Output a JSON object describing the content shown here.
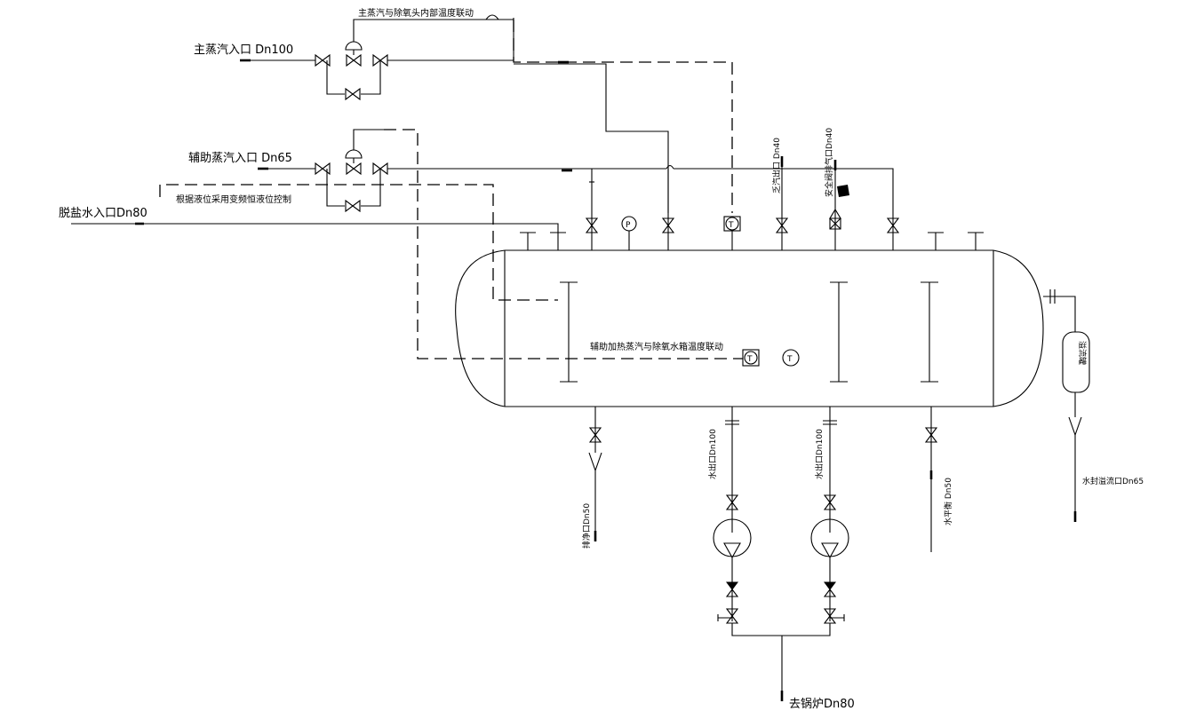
{
  "labels": {
    "main_steam_inlet": "主蒸汽入口 Dn100",
    "aux_steam_inlet": "辅助蒸汽入口 Dn65",
    "desalted_water_inlet": "脱盐水入口Dn80",
    "main_steam_link_note": "主蒸汽与除氧头内部温度联动",
    "level_control_note": "根据液位采用变频恒液位控制",
    "aux_heating_link_note": "辅助加热蒸汽与除氧水箱温度联动",
    "exhaust_port": "乏汽出口 Dn40",
    "safety_valve_vent": "安全阀排气口Dn40",
    "overflow_tank": "溢流罐",
    "water_seal_overflow": "水封溢流口Dn65",
    "drain_port": "排净口Dn50",
    "water_outlet_1": "水出口Dn100",
    "water_outlet_2": "水出口Dn100",
    "water_balance": "水平衡 Dn50",
    "to_boiler": "去锅炉Dn80"
  },
  "instruments": {
    "pressure_gauge": "P",
    "temperature_top": "T",
    "temperature_inner": "T",
    "temperature_inner_2": "T"
  }
}
